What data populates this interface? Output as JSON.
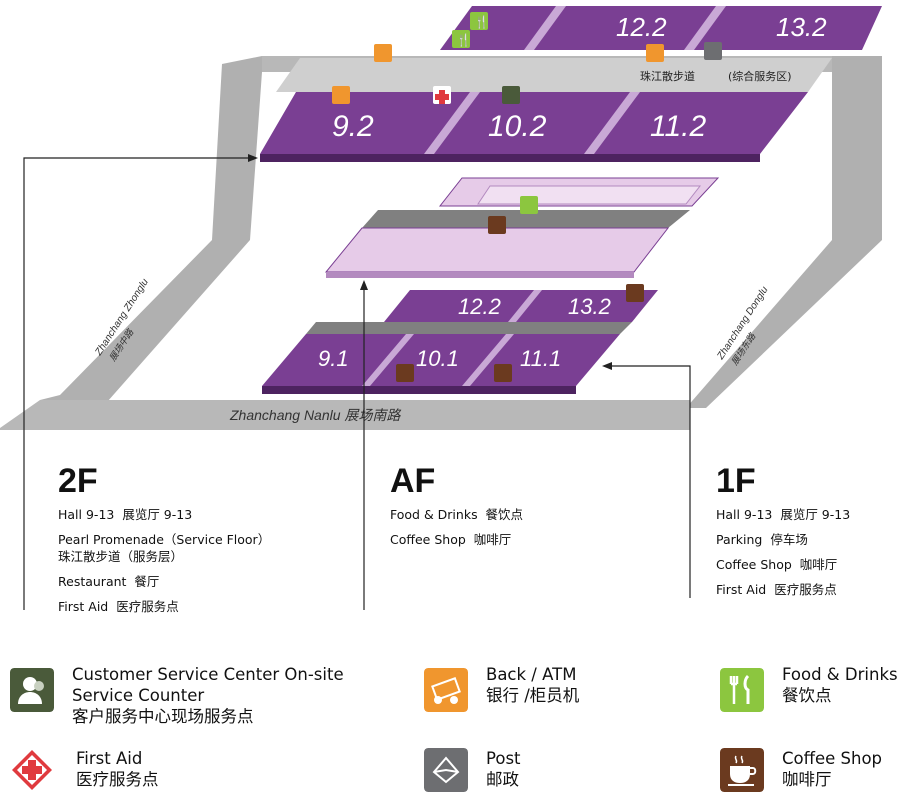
{
  "map": {
    "halls_2f_back": [
      "12.2",
      "13.2"
    ],
    "halls_2f_front": [
      "9.2",
      "10.2",
      "11.2"
    ],
    "halls_1f_back": [
      "12.2",
      "13.2"
    ],
    "halls_1f_front": [
      "9.1",
      "10.1",
      "11.1"
    ],
    "promenade_label": "珠江散步道",
    "service_area_label": "(综合服务区)",
    "road_south": "Zhanchang Nanlu 展场南路",
    "road_west": "Zhanchang Zhonglu",
    "road_west_zh": "展场中路",
    "road_east": "Zhanchang Donglu",
    "road_east_zh": "展场东路"
  },
  "floors": {
    "f2": {
      "title": "2F",
      "items": [
        {
          "en": "Hall 9-13",
          "zh": "展览厅 9-13"
        },
        {
          "en": "Pearl Promenade（Service Floor）",
          "zh": "珠江散步道（服务层）"
        },
        {
          "en": "Restaurant",
          "zh": "餐厅"
        },
        {
          "en": "First Aid",
          "zh": "医疗服务点"
        }
      ]
    },
    "af": {
      "title": "AF",
      "items": [
        {
          "en": "Food & Drinks",
          "zh": "餐饮点"
        },
        {
          "en": "Coffee Shop",
          "zh": "咖啡厅"
        }
      ]
    },
    "f1": {
      "title": "1F",
      "items": [
        {
          "en": "Hall 9-13",
          "zh": "展览厅 9-13"
        },
        {
          "en": "Parking",
          "zh": "停车场"
        },
        {
          "en": "Coffee Shop",
          "zh": "咖啡厅"
        },
        {
          "en": "First Aid",
          "zh": "医疗服务点"
        }
      ]
    }
  },
  "legend": {
    "customer_service": {
      "line1": "Customer Service Center On-site",
      "line2": "Service Counter",
      "line3": "客户服务中心现场服务点",
      "color": "#4a5a3a",
      "icon": "person-icon"
    },
    "bank": {
      "line1": "Back / ATM",
      "line2": "银行 /柜员机",
      "color": "#f0962e",
      "icon": "money-icon"
    },
    "food": {
      "line1": "Food & Drinks",
      "line2": "餐饮点",
      "color": "#8cc63f",
      "icon": "fork-knife-icon"
    },
    "first_aid": {
      "line1": "First Aid",
      "line2": "医疗服务点",
      "color": "#e03a3e",
      "icon": "cross-icon"
    },
    "post": {
      "line1": "Post",
      "line2": "邮政",
      "color": "#6d6e71",
      "icon": "envelope-icon"
    },
    "coffee": {
      "line1": "Coffee Shop",
      "line2": "咖啡厅",
      "color": "#6b3a1f",
      "icon": "coffee-cup-icon"
    }
  },
  "colors": {
    "hall_purple": "#7a3f93",
    "hall_edge": "#4d2360",
    "road_grey": "#b3b3b3",
    "af_pink": "#e6cbe8"
  }
}
